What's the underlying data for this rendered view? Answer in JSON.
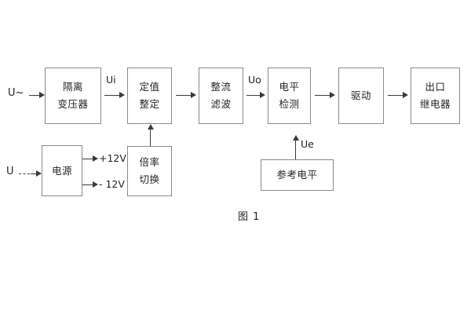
{
  "figure": {
    "caption": "图 1",
    "background_color": "#ffffff",
    "box_border_color": "#8a8a8a",
    "line_color": "#3a3a3a",
    "text_color": "#231f20"
  },
  "blocks": [
    {
      "id": "isolation-transformer",
      "line1": "隔离",
      "line2": "变压器"
    },
    {
      "id": "setting-value",
      "line1": "定值",
      "line2": "整定"
    },
    {
      "id": "rectify-filter",
      "line1": "整流",
      "line2": "滤波"
    },
    {
      "id": "level-detection",
      "line1": "电平",
      "line2": "检测"
    },
    {
      "id": "drive",
      "line1": "驱动",
      "line2": ""
    },
    {
      "id": "output-relay",
      "line1": "出口",
      "line2": "继电器"
    },
    {
      "id": "power-supply",
      "line1": "电源",
      "line2": ""
    },
    {
      "id": "ratio-switch",
      "line1": "倍率",
      "line2": "切换"
    },
    {
      "id": "reference-level",
      "line1": "参考电平",
      "line2": ""
    }
  ],
  "signals": {
    "input_ac": "U~",
    "input_dc": "U",
    "ui": "Ui",
    "uo": "Uo",
    "ue": "Ue",
    "rail_positive": "+12V",
    "rail_negative": "- 12V"
  }
}
